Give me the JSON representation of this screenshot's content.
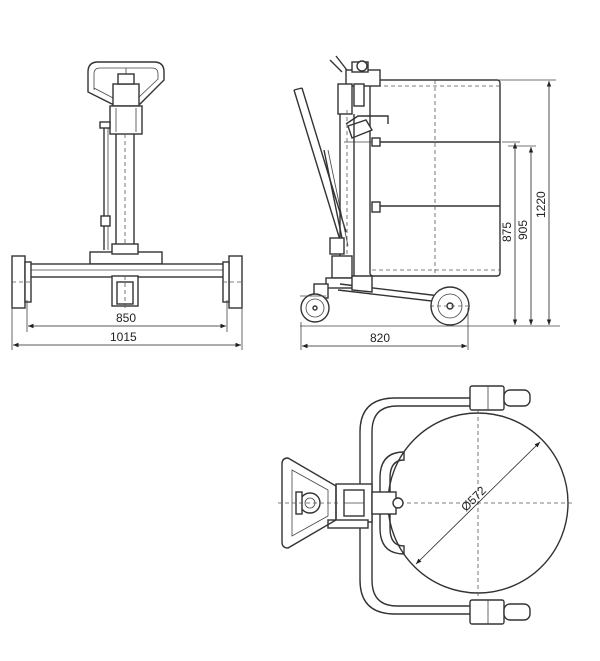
{
  "front_view": {
    "inner_width": "850",
    "outer_width": "1015"
  },
  "side_view": {
    "length": "820",
    "height_lower": "875",
    "height_mid": "905",
    "height_total": "1220"
  },
  "top_view": {
    "drum_diameter": "Ø572"
  }
}
